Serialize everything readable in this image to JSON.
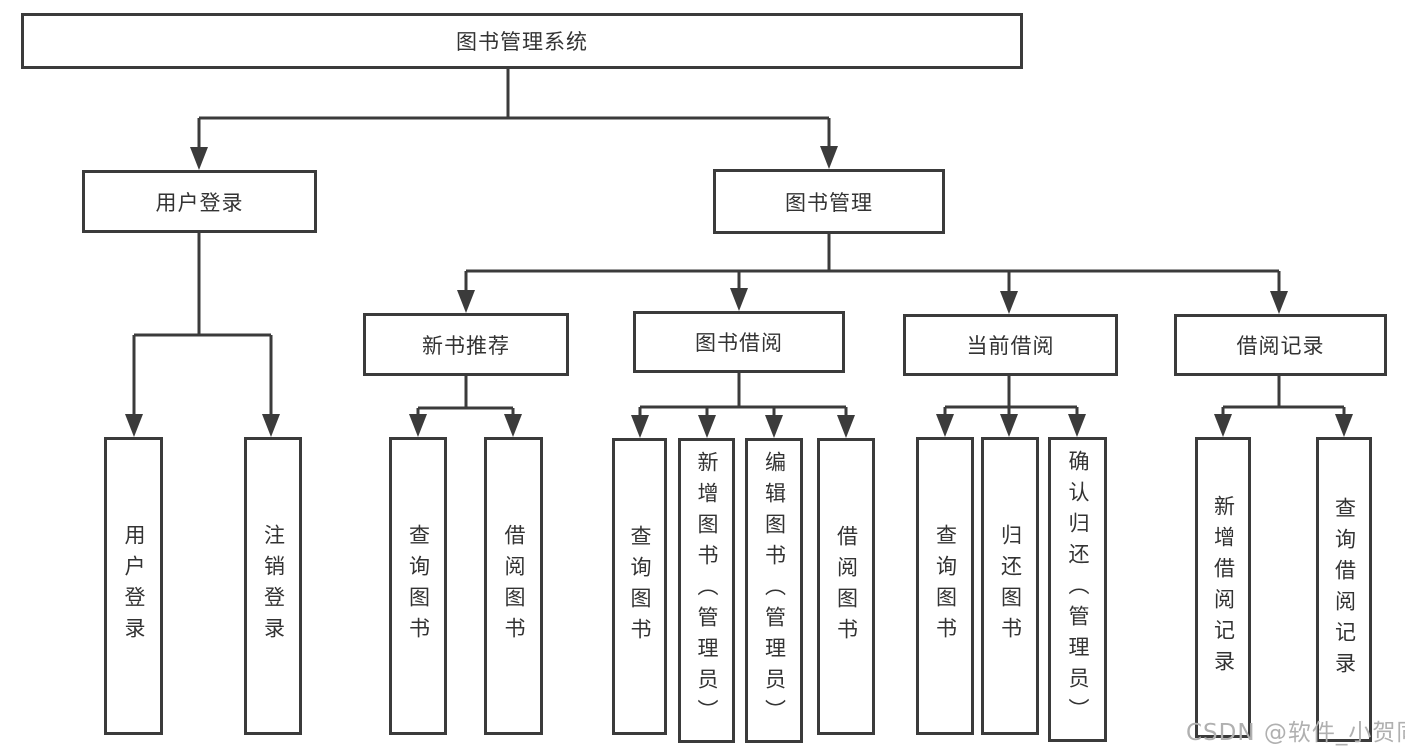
{
  "tree": {
    "label": "图书管理系统",
    "children": [
      {
        "label": "用户登录",
        "children": [
          {
            "label": "用户登录"
          },
          {
            "label": "注销登录"
          }
        ]
      },
      {
        "label": "图书管理",
        "children": [
          {
            "label": "新书推荐",
            "children": [
              {
                "label": "查询图书"
              },
              {
                "label": "借阅图书"
              }
            ]
          },
          {
            "label": "图书借阅",
            "children": [
              {
                "label": "查询图书"
              },
              {
                "label": "新增图书（管理员）"
              },
              {
                "label": "编辑图书（管理员）"
              },
              {
                "label": "借阅图书"
              }
            ]
          },
          {
            "label": "当前借阅",
            "children": [
              {
                "label": "查询图书"
              },
              {
                "label": "归还图书"
              },
              {
                "label": "确认归还（管理员）"
              }
            ]
          },
          {
            "label": "借阅记录",
            "children": [
              {
                "label": "新增借阅记录"
              },
              {
                "label": "查询借阅记录"
              }
            ]
          }
        ]
      }
    ]
  },
  "watermark": "CSDN @软件_小贺同学",
  "colors": {
    "line": "#3b3b3b",
    "box_border": "#3b3b3b",
    "text": "#333333",
    "watermark": "#b0b0b0",
    "background": "#ffffff"
  }
}
